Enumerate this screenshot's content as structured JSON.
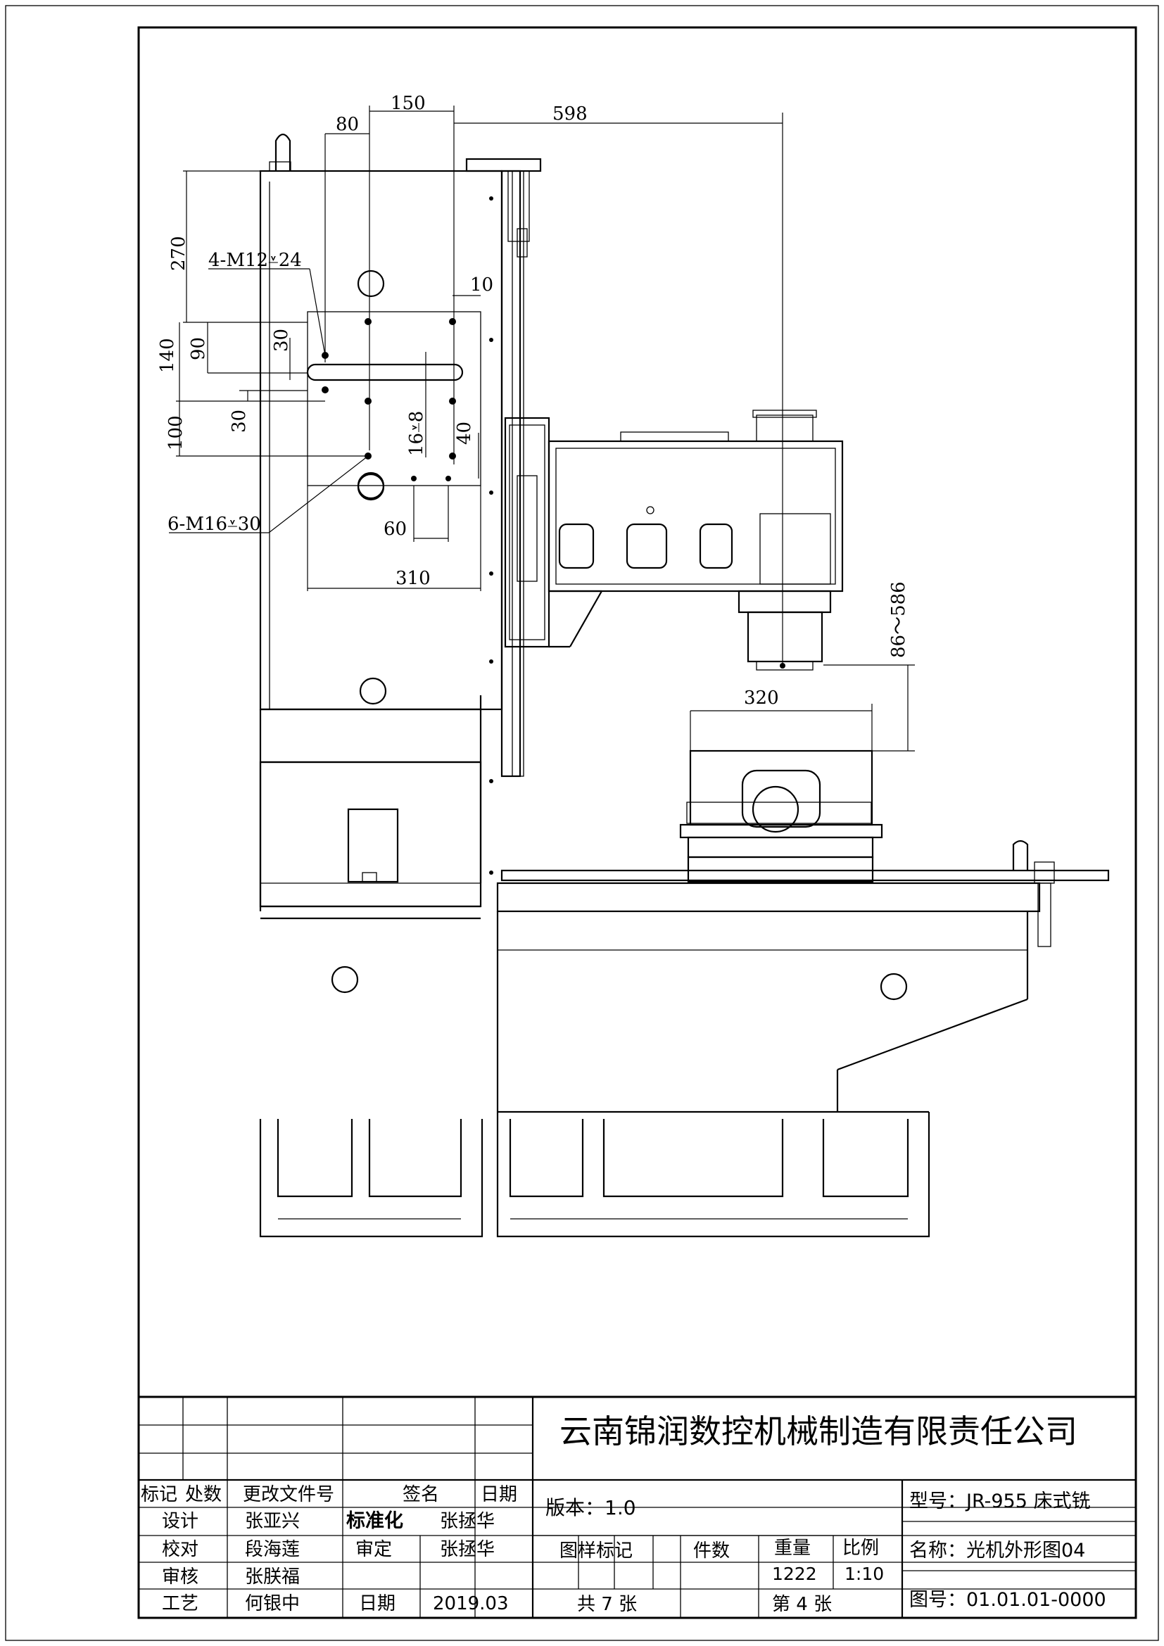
{
  "dimensions": {
    "d150": "150",
    "d80": "80",
    "d598": "598",
    "d270": "270",
    "d140": "140",
    "d90": "90",
    "d30a": "30",
    "d30b": "30",
    "d100": "100",
    "d10": "10",
    "d16": "16⩡8",
    "d40": "40",
    "d60": "60",
    "d310": "310",
    "d320": "320",
    "d86": "86～586",
    "m12": "4-M12⩡24",
    "m16": "6-M16⩡30"
  },
  "title_block": {
    "company": "云南锦润数控机械制造有限责任公司",
    "hdr_mark": "标记",
    "hdr_count": "处数",
    "hdr_doc": "更改文件号",
    "hdr_sign": "签名",
    "hdr_date": "日期",
    "design_label": "设计",
    "design_name": "张亚兴",
    "std_label": "标准化",
    "std_name": "张拯华",
    "check_label": "校对",
    "check_name": "段海莲",
    "approve_label": "审定",
    "approve_name": "张拯华",
    "review_label": "审核",
    "review_name": "张朕福",
    "process_label": "工艺",
    "process_name": "何银中",
    "date_label": "日期",
    "date_value": "2019.03",
    "version": "版本：1.0",
    "pattern_mark": "图样标记",
    "pieces": "件数",
    "weight_label": "重量",
    "ratio_label": "比例",
    "weight_value": "1222",
    "ratio_value": "1:10",
    "total_sheets": "共 7 张",
    "sheet_no": "第 4 张",
    "model": "型号：JR-955 床式铣",
    "name": "名称：光机外形图04",
    "drawing_no": "图号：01.01.01-0000"
  }
}
